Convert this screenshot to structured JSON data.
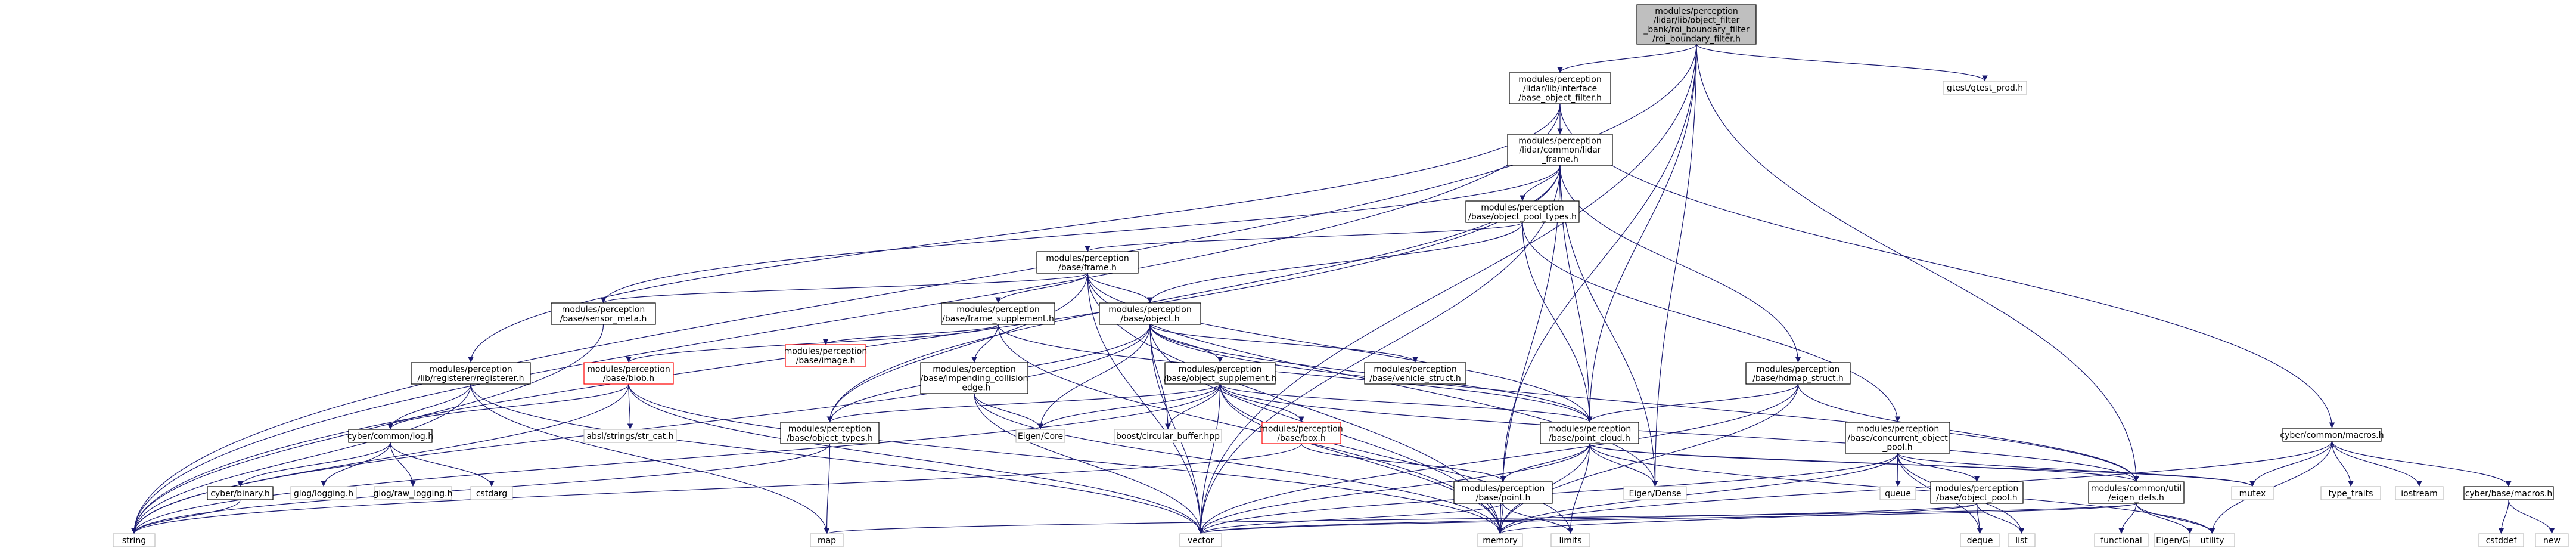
{
  "diagram": {
    "nodes": [
      {
        "id": "root",
        "lines": [
          "modules/perception",
          "/lidar/lib/object_filter",
          "_bank/roi_boundary_filter",
          "/roi_boundary_filter.h"
        ],
        "style": "root"
      },
      {
        "id": "base_object_filter",
        "lines": [
          "modules/perception",
          "/lidar/lib/interface",
          "/base_object_filter.h"
        ],
        "style": "normal"
      },
      {
        "id": "gtest_prod",
        "lines": [
          "gtest/gtest_prod.h"
        ],
        "style": "leaf"
      },
      {
        "id": "lidar_frame",
        "lines": [
          "modules/perception",
          "/lidar/common/lidar",
          "_frame.h"
        ],
        "style": "normal"
      },
      {
        "id": "object_pool_types",
        "lines": [
          "modules/perception",
          "/base/object_pool_types.h"
        ],
        "style": "normal"
      },
      {
        "id": "frame",
        "lines": [
          "modules/perception",
          "/base/frame.h"
        ],
        "style": "normal"
      },
      {
        "id": "sensor_meta",
        "lines": [
          "modules/perception",
          "/base/sensor_meta.h"
        ],
        "style": "normal"
      },
      {
        "id": "frame_supplement",
        "lines": [
          "modules/perception",
          "/base/frame_supplement.h"
        ],
        "style": "normal"
      },
      {
        "id": "object",
        "lines": [
          "modules/perception",
          "/base/object.h"
        ],
        "style": "normal"
      },
      {
        "id": "image",
        "lines": [
          "modules/perception",
          "/base/image.h"
        ],
        "style": "red"
      },
      {
        "id": "vehicle_struct",
        "lines": [
          "modules/perception",
          "/base/vehicle_struct.h"
        ],
        "style": "normal"
      },
      {
        "id": "registerer",
        "lines": [
          "modules/perception",
          "/lib/registerer/registerer.h"
        ],
        "style": "normal"
      },
      {
        "id": "blob",
        "lines": [
          "modules/perception",
          "/base/blob.h"
        ],
        "style": "red"
      },
      {
        "id": "impending_collision",
        "lines": [
          "modules/perception",
          "/base/impending_collision",
          "_edge.h"
        ],
        "style": "normal"
      },
      {
        "id": "object_supplement",
        "lines": [
          "modules/perception",
          "/base/object_supplement.h"
        ],
        "style": "normal"
      },
      {
        "id": "hdmap_struct",
        "lines": [
          "modules/perception",
          "/base/hdmap_struct.h"
        ],
        "style": "normal"
      },
      {
        "id": "cyber_log",
        "lines": [
          "cyber/common/log.h"
        ],
        "style": "normal"
      },
      {
        "id": "str_cat",
        "lines": [
          "absl/strings/str_cat.h"
        ],
        "style": "leaf"
      },
      {
        "id": "eigen_core",
        "lines": [
          "Eigen/Core"
        ],
        "style": "leaf"
      },
      {
        "id": "object_types",
        "lines": [
          "modules/perception",
          "/base/object_types.h"
        ],
        "style": "normal"
      },
      {
        "id": "circular_buffer",
        "lines": [
          "boost/circular_buffer.hpp"
        ],
        "style": "leaf"
      },
      {
        "id": "box",
        "lines": [
          "modules/perception",
          "/base/box.h"
        ],
        "style": "red"
      },
      {
        "id": "point_cloud",
        "lines": [
          "modules/perception",
          "/base/point_cloud.h"
        ],
        "style": "normal"
      },
      {
        "id": "concurrent_object_pool",
        "lines": [
          "modules/perception",
          "/base/concurrent_object",
          "_pool.h"
        ],
        "style": "normal"
      },
      {
        "id": "cyber_macros",
        "lines": [
          "cyber/common/macros.h"
        ],
        "style": "normal"
      },
      {
        "id": "cyber_binary",
        "lines": [
          "cyber/binary.h"
        ],
        "style": "normal"
      },
      {
        "id": "glog_logging",
        "lines": [
          "glog/logging.h"
        ],
        "style": "leaf"
      },
      {
        "id": "glog_raw_logging",
        "lines": [
          "glog/raw_logging.h"
        ],
        "style": "leaf"
      },
      {
        "id": "cstdarg",
        "lines": [
          "cstdarg"
        ],
        "style": "leaf"
      },
      {
        "id": "point",
        "lines": [
          "modules/perception",
          "/base/point.h"
        ],
        "style": "normal"
      },
      {
        "id": "eigen_dense",
        "lines": [
          "Eigen/Dense"
        ],
        "style": "leaf"
      },
      {
        "id": "queue",
        "lines": [
          "queue"
        ],
        "style": "leaf"
      },
      {
        "id": "object_pool",
        "lines": [
          "modules/perception",
          "/base/object_pool.h"
        ],
        "style": "normal"
      },
      {
        "id": "eigen_defs",
        "lines": [
          "modules/common/util",
          "/eigen_defs.h"
        ],
        "style": "normal"
      },
      {
        "id": "mutex",
        "lines": [
          "mutex"
        ],
        "style": "leaf"
      },
      {
        "id": "type_traits",
        "lines": [
          "type_traits"
        ],
        "style": "leaf"
      },
      {
        "id": "iostream",
        "lines": [
          "iostream"
        ],
        "style": "leaf"
      },
      {
        "id": "cyber_base_macros",
        "lines": [
          "cyber/base/macros.h"
        ],
        "style": "normal"
      },
      {
        "id": "string",
        "lines": [
          "string"
        ],
        "style": "leaf"
      },
      {
        "id": "map",
        "lines": [
          "map"
        ],
        "style": "leaf"
      },
      {
        "id": "vector",
        "lines": [
          "vector"
        ],
        "style": "leaf"
      },
      {
        "id": "memory",
        "lines": [
          "memory"
        ],
        "style": "leaf"
      },
      {
        "id": "limits",
        "lines": [
          "limits"
        ],
        "style": "leaf"
      },
      {
        "id": "deque",
        "lines": [
          "deque"
        ],
        "style": "leaf"
      },
      {
        "id": "list",
        "lines": [
          "list"
        ],
        "style": "leaf"
      },
      {
        "id": "functional",
        "lines": [
          "functional"
        ],
        "style": "leaf"
      },
      {
        "id": "eigen_geometry",
        "lines": [
          "Eigen/Geometry"
        ],
        "style": "leaf"
      },
      {
        "id": "utility",
        "lines": [
          "utility"
        ],
        "style": "leaf"
      },
      {
        "id": "cstddef",
        "lines": [
          "cstddef"
        ],
        "style": "leaf"
      },
      {
        "id": "new",
        "lines": [
          "new"
        ],
        "style": "leaf"
      }
    ],
    "edges": [
      [
        "root",
        "base_object_filter"
      ],
      [
        "root",
        "gtest_prod"
      ],
      [
        "root",
        "string"
      ],
      [
        "root",
        "vector"
      ],
      [
        "root",
        "point_cloud"
      ],
      [
        "root",
        "point"
      ],
      [
        "root",
        "eigen_dense"
      ],
      [
        "root",
        "eigen_defs"
      ],
      [
        "base_object_filter",
        "lidar_frame"
      ],
      [
        "base_object_filter",
        "registerer"
      ],
      [
        "base_object_filter",
        "cyber_macros"
      ],
      [
        "base_object_filter",
        "string"
      ],
      [
        "lidar_frame",
        "object_pool_types"
      ],
      [
        "lidar_frame",
        "sensor_meta"
      ],
      [
        "lidar_frame",
        "hdmap_struct"
      ],
      [
        "lidar_frame",
        "point_cloud"
      ],
      [
        "lidar_frame",
        "eigen_dense"
      ],
      [
        "lidar_frame",
        "object_types"
      ],
      [
        "lidar_frame",
        "string"
      ],
      [
        "lidar_frame",
        "memory"
      ],
      [
        "lidar_frame",
        "vector"
      ],
      [
        "object_pool_types",
        "frame"
      ],
      [
        "object_pool_types",
        "object"
      ],
      [
        "object_pool_types",
        "point_cloud"
      ],
      [
        "object_pool_types",
        "concurrent_object_pool"
      ],
      [
        "frame",
        "sensor_meta"
      ],
      [
        "frame",
        "frame_supplement"
      ],
      [
        "frame",
        "object"
      ],
      [
        "frame",
        "point_cloud"
      ],
      [
        "frame",
        "vector"
      ],
      [
        "frame",
        "memory"
      ],
      [
        "frame",
        "eigen_dense"
      ],
      [
        "frame",
        "object_types"
      ],
      [
        "sensor_meta",
        "string"
      ],
      [
        "frame_supplement",
        "blob"
      ],
      [
        "frame_supplement",
        "image"
      ],
      [
        "frame_supplement",
        "impending_collision"
      ],
      [
        "frame_supplement",
        "memory"
      ],
      [
        "frame_supplement",
        "point_cloud"
      ],
      [
        "object",
        "object_supplement"
      ],
      [
        "object",
        "object_types"
      ],
      [
        "object",
        "vehicle_struct"
      ],
      [
        "object",
        "point_cloud"
      ],
      [
        "object",
        "eigen_core"
      ],
      [
        "object",
        "circular_buffer"
      ],
      [
        "object",
        "string"
      ],
      [
        "object",
        "vector"
      ],
      [
        "object",
        "memory"
      ],
      [
        "object",
        "eigen_defs"
      ],
      [
        "registerer",
        "cyber_log"
      ],
      [
        "registerer",
        "map"
      ],
      [
        "registerer",
        "string"
      ],
      [
        "registerer",
        "vector"
      ],
      [
        "blob",
        "cyber_log"
      ],
      [
        "blob",
        "str_cat"
      ],
      [
        "blob",
        "string"
      ],
      [
        "blob",
        "vector"
      ],
      [
        "blob",
        "memory"
      ],
      [
        "impending_collision",
        "eigen_core"
      ],
      [
        "impending_collision",
        "vector"
      ],
      [
        "impending_collision",
        "memory"
      ],
      [
        "object_supplement",
        "box"
      ],
      [
        "object_supplement",
        "object_types"
      ],
      [
        "object_supplement",
        "circular_buffer"
      ],
      [
        "object_supplement",
        "eigen_core"
      ],
      [
        "object_supplement",
        "point_cloud"
      ],
      [
        "object_supplement",
        "string"
      ],
      [
        "object_supplement",
        "vector"
      ],
      [
        "object_supplement",
        "memory"
      ],
      [
        "object_supplement",
        "limits"
      ],
      [
        "object_supplement",
        "eigen_defs"
      ],
      [
        "hdmap_struct",
        "point_cloud"
      ],
      [
        "hdmap_struct",
        "vector"
      ],
      [
        "hdmap_struct",
        "memory"
      ],
      [
        "hdmap_struct",
        "eigen_defs"
      ],
      [
        "cyber_log",
        "cyber_binary"
      ],
      [
        "cyber_log",
        "glog_logging"
      ],
      [
        "cyber_log",
        "glog_raw_logging"
      ],
      [
        "cyber_log",
        "cstdarg"
      ],
      [
        "cyber_binary",
        "string"
      ],
      [
        "object_types",
        "map"
      ],
      [
        "object_types",
        "string"
      ],
      [
        "box",
        "point"
      ],
      [
        "box",
        "string"
      ],
      [
        "point_cloud",
        "point"
      ],
      [
        "point_cloud",
        "eigen_dense"
      ],
      [
        "point_cloud",
        "vector"
      ],
      [
        "point_cloud",
        "memory"
      ],
      [
        "point_cloud",
        "limits"
      ],
      [
        "point_cloud",
        "eigen_defs"
      ],
      [
        "point_cloud",
        "utility"
      ],
      [
        "point_cloud",
        "mutex"
      ],
      [
        "point",
        "vector"
      ],
      [
        "point",
        "memory"
      ],
      [
        "point",
        "limits"
      ],
      [
        "concurrent_object_pool",
        "queue"
      ],
      [
        "concurrent_object_pool",
        "object_pool"
      ],
      [
        "concurrent_object_pool",
        "mutex"
      ],
      [
        "concurrent_object_pool",
        "vector"
      ],
      [
        "concurrent_object_pool",
        "memory"
      ],
      [
        "concurrent_object_pool",
        "list"
      ],
      [
        "concurrent_object_pool",
        "deque"
      ],
      [
        "object_pool",
        "vector"
      ],
      [
        "object_pool",
        "memory"
      ],
      [
        "object_pool",
        "deque"
      ],
      [
        "object_pool",
        "list"
      ],
      [
        "eigen_defs",
        "map"
      ],
      [
        "eigen_defs",
        "vector"
      ],
      [
        "eigen_defs",
        "functional"
      ],
      [
        "eigen_defs",
        "eigen_geometry"
      ],
      [
        "eigen_defs",
        "utility"
      ],
      [
        "cyber_macros",
        "mutex"
      ],
      [
        "cyber_macros",
        "type_traits"
      ],
      [
        "cyber_macros",
        "iostream"
      ],
      [
        "cyber_macros",
        "cyber_base_macros"
      ],
      [
        "cyber_macros",
        "utility"
      ],
      [
        "cyber_macros",
        "memory"
      ],
      [
        "cyber_base_macros",
        "cstddef"
      ],
      [
        "cyber_base_macros",
        "new"
      ]
    ]
  }
}
